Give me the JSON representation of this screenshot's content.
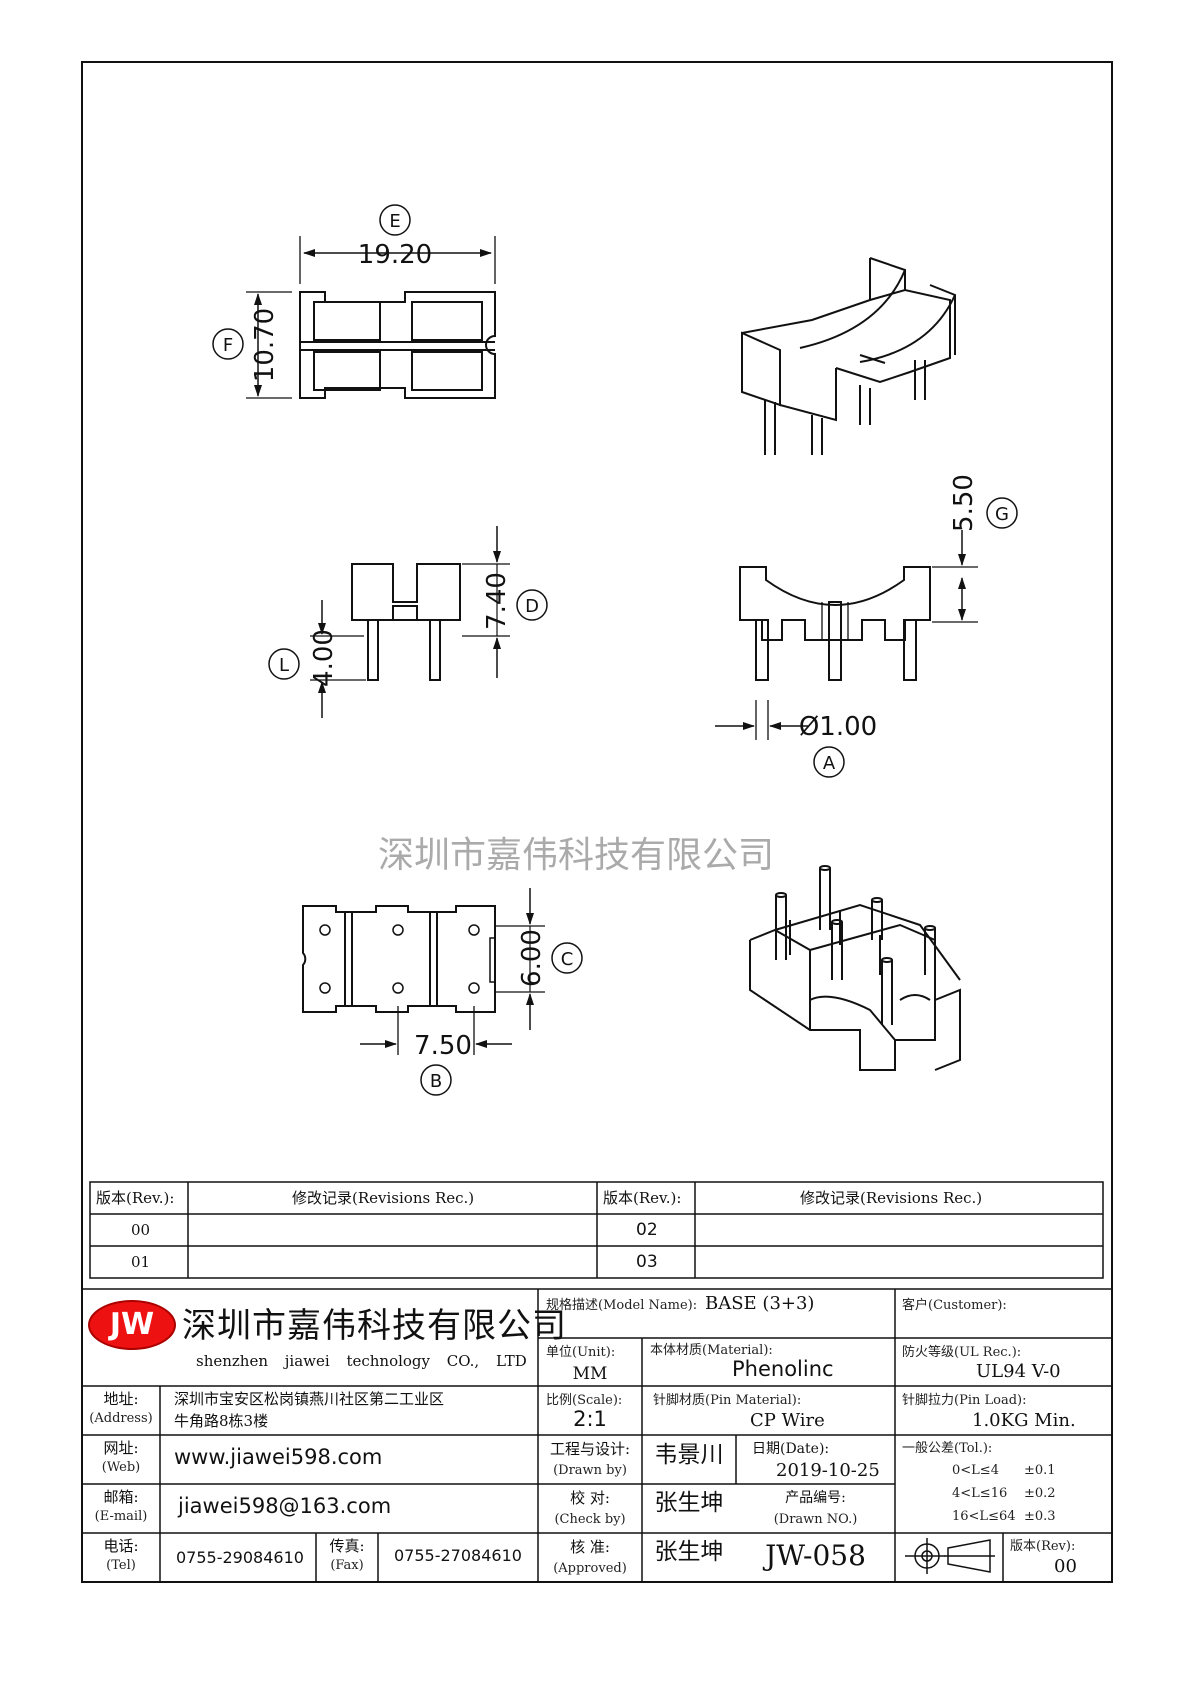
{
  "dimensions": {
    "E": {
      "letter": "E",
      "value": "19.20"
    },
    "F": {
      "letter": "F",
      "value": "10.70"
    },
    "D": {
      "letter": "D",
      "value": "7.40"
    },
    "L": {
      "letter": "L",
      "value": "4.00"
    },
    "G": {
      "letter": "G",
      "value": "5.50"
    },
    "A": {
      "letter": "A",
      "value": "Ø1.00"
    },
    "C": {
      "letter": "C",
      "value": "6.00"
    },
    "B": {
      "letter": "B",
      "value": "7.50"
    }
  },
  "watermark": "深圳市嘉伟科技有限公司",
  "revisions": {
    "header_rev": "版本(Rev.):",
    "header_rec": "修改记录(Revisions Rec.)",
    "rows": [
      {
        "left_rev": "00",
        "right_rev": "02"
      },
      {
        "left_rev": "01",
        "right_rev": "03"
      }
    ]
  },
  "company": {
    "logo": "JW",
    "name_cn": "深圳市嘉伟科技有限公司",
    "name_en": "shenzhen jiawei technology CO., LTD"
  },
  "contact": {
    "address_label_cn": "地址:",
    "address_label_en": "(Address)",
    "address_line1": "深圳市宝安区松岗镇燕川社区第二工业区",
    "address_line2": "牛角路8栋3楼",
    "web_label_cn": "网址:",
    "web_label_en": "(Web)",
    "web": "www.jiawei598.com",
    "email_label_cn": "邮箱:",
    "email_label_en": "(E-mail)",
    "email": "jiawei598@163.com",
    "tel_label_cn": "电话:",
    "tel_label_en": "(Tel)",
    "tel": "0755-29084610",
    "fax_label_cn": "传真:",
    "fax_label_en": "(Fax)",
    "fax": "0755-27084610"
  },
  "spec": {
    "model_label": "规格描述(Model Name):",
    "model": "BASE (3+3)",
    "customer_label": "客户(Customer):",
    "unit_label": "单位(Unit):",
    "unit": "MM",
    "material_label": "本体材质(Material):",
    "material": "Phenolinc",
    "ul_label": "防火等级(UL Rec.):",
    "ul": "UL94 V-0",
    "scale_label": "比例(Scale):",
    "scale": "2:1",
    "pin_material_label": "针脚材质(Pin Material):",
    "pin_material": "CP Wire",
    "pin_load_label": "针脚拉力(Pin Load):",
    "pin_load": "1.0KG Min.",
    "drawn_label_cn": "工程与设计:",
    "drawn_label_en": "(Drawn by)",
    "drawn_by": "韦景川",
    "date_label": "日期(Date):",
    "date": "2019-10-25",
    "tol_label": "一般公差(Tol.):",
    "tolerances": [
      {
        "range": "0<L≤4",
        "tol": "±0.1"
      },
      {
        "range": "4<L≤16",
        "tol": "±0.2"
      },
      {
        "range": "16<L≤64",
        "tol": "±0.3"
      }
    ],
    "check_label_cn": "校  对:",
    "check_label_en": "(Check by)",
    "check_by": "张生坤",
    "drawing_no_label_cn": "产品编号:",
    "drawing_no_label_en": "(Drawn NO.)",
    "drawing_no": "JW-058",
    "approved_label_cn": "核  准:",
    "approved_label_en": "(Approved)",
    "approved_by": "张生坤",
    "rev_label": "版本(Rev):",
    "rev": "00"
  }
}
